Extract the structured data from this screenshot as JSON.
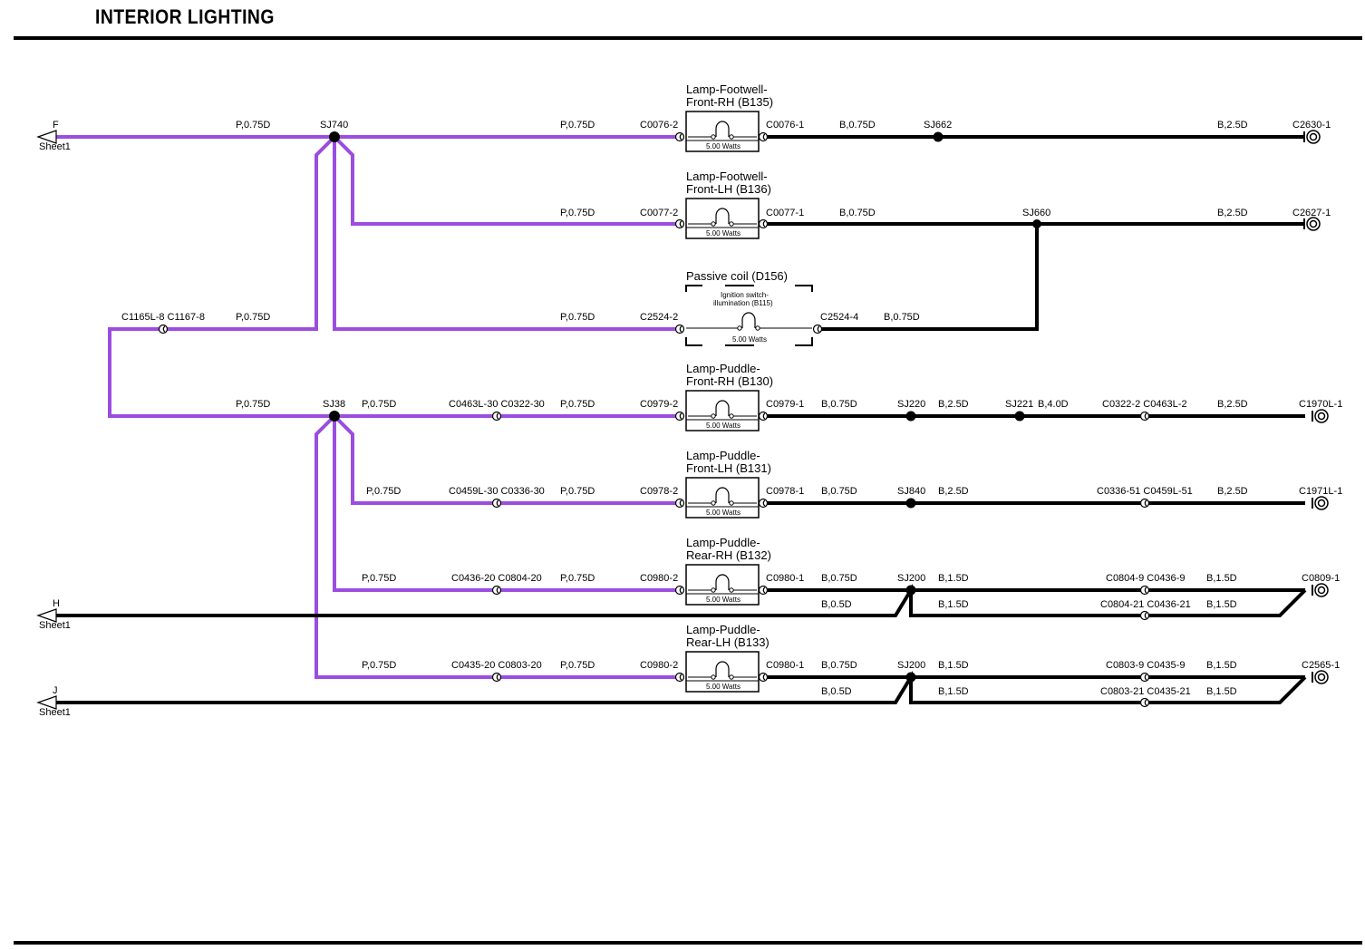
{
  "page": {
    "title": "INTERIOR LIGHTING"
  },
  "colors": {
    "purple_wire": "#9b4de0",
    "black_wire": "#000000"
  },
  "sheet_refs": [
    {
      "letter": "F",
      "sheet": "Sheet1"
    },
    {
      "letter": "H",
      "sheet": "Sheet1"
    },
    {
      "letter": "J",
      "sheet": "Sheet1"
    }
  ],
  "splices": [
    "SJ740",
    "SJ38",
    "SJ662",
    "SJ660",
    "SJ220",
    "SJ221",
    "SJ840",
    "SJ200",
    "SJ200"
  ],
  "components": [
    {
      "name": [
        "Lamp-Footwell-",
        "Front-RH (B135)"
      ],
      "rating": "5.00 Watts",
      "pin_in": "C0076-2",
      "pin_out": "C0076-1"
    },
    {
      "name": [
        "Lamp-Footwell-",
        "Front-LH (B136)"
      ],
      "rating": "5.00 Watts",
      "pin_in": "C0077-2",
      "pin_out": "C0077-1"
    },
    {
      "name": [
        "Passive coil (D156)"
      ],
      "sub": [
        "Ignition switch-",
        "illumination (B115)"
      ],
      "rating": "5.00 Watts",
      "pin_in": "C2524-2",
      "pin_out": "C2524-4"
    },
    {
      "name": [
        "Lamp-Puddle-",
        "Front-RH (B130)"
      ],
      "rating": "5.00 Watts",
      "pin_in": "C0979-2",
      "pin_out": "C0979-1"
    },
    {
      "name": [
        "Lamp-Puddle-",
        "Front-LH (B131)"
      ],
      "rating": "5.00 Watts",
      "pin_in": "C0978-2",
      "pin_out": "C0978-1"
    },
    {
      "name": [
        "Lamp-Puddle-",
        "Rear-RH (B132)"
      ],
      "rating": "5.00 Watts",
      "pin_in": "C0980-2",
      "pin_out": "C0980-1"
    },
    {
      "name": [
        "Lamp-Puddle-",
        "Rear-LH (B133)"
      ],
      "rating": "5.00 Watts",
      "pin_in": "C0980-2",
      "pin_out": "C0980-1"
    }
  ],
  "wire_labels": {
    "r1": [
      "P,0.75D",
      "P,0.75D",
      "B,0.75D",
      "B,2.5D"
    ],
    "r2": [
      "P,0.75D",
      "B,0.75D",
      "B,2.5D"
    ],
    "r3": [
      "P,0.75D",
      "P,0.75D",
      "B,0.75D"
    ],
    "r4": [
      "P,0.75D",
      "P,0.75D",
      "P,0.75D",
      "B,0.75D",
      "B,2.5D",
      "B,4.0D",
      "B,2.5D"
    ],
    "r5": [
      "P,0.75D",
      "P,0.75D",
      "B,0.75D",
      "B,2.5D",
      "B,2.5D"
    ],
    "r6": [
      "P,0.75D",
      "P,0.75D",
      "B,0.75D",
      "B,1.5D",
      "B,1.5D",
      "B,0.5D",
      "B,1.5D",
      "B,1.5D"
    ],
    "r7": [
      "P,0.75D",
      "P,0.75D",
      "B,0.75D",
      "B,1.5D",
      "B,1.5D",
      "B,0.5D",
      "B,1.5D",
      "B,1.5D"
    ]
  },
  "connectors": {
    "inline_left_r3": "C1165L-8 C1167-8",
    "inline_r4_p": "C0463L-30 C0322-30",
    "inline_r5_p": "C0459L-30 C0336-30",
    "inline_r6_p": "C0436-20 C0804-20",
    "inline_r7_p": "C0435-20 C0803-20",
    "inline_r4_b": "C0322-2 C0463L-2",
    "inline_r5_b": "C0336-51 C0459L-51",
    "inline_r6_b1": "C0804-9 C0436-9",
    "inline_r6_b2": "C0804-21 C0436-21",
    "inline_r7_b1": "C0803-9 C0435-9",
    "inline_r7_b2": "C0803-21 C0435-21"
  },
  "grounds": [
    "C2630-1",
    "C2627-1",
    "C1970L-1",
    "C1971L-1",
    "C0809-1",
    "C2565-1"
  ]
}
